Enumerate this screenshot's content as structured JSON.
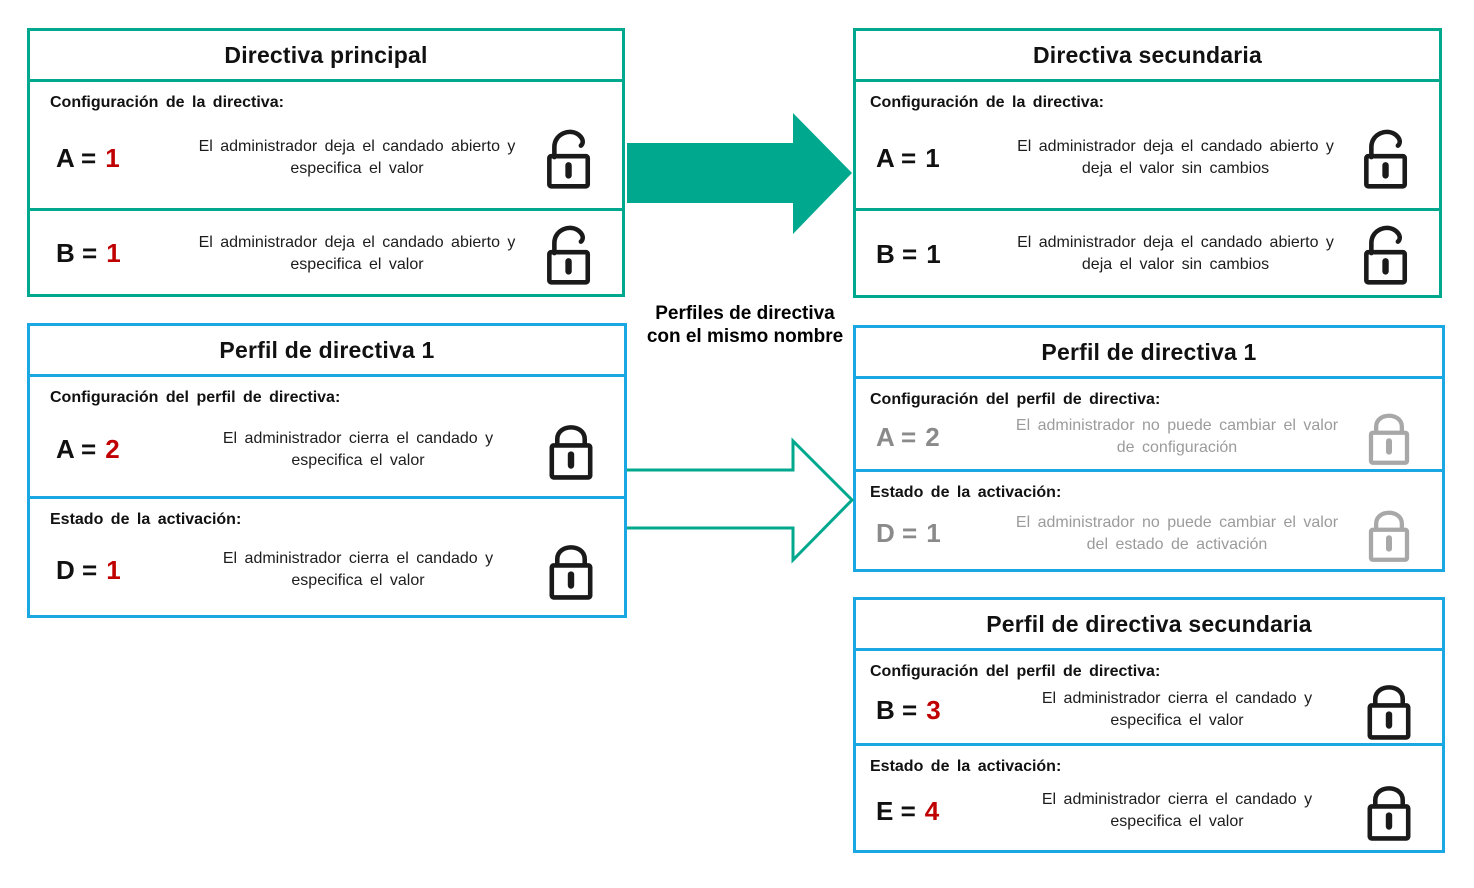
{
  "colors": {
    "teal": "#00a88e",
    "blue": "#1aa7e2",
    "red": "#c00000",
    "muted": "#9b9b9b"
  },
  "caption": {
    "line1": "Perfiles de directiva",
    "line2": "con el mismo nombre"
  },
  "boxes": {
    "principal": {
      "title": "Directiva principal",
      "sections": [
        {
          "label": "Configuración  de la directiva:",
          "var_label": "A =",
          "var_value": "1",
          "value_style": "red",
          "desc": "El administrador deja el candado abierto y especifica el valor",
          "lock_icon": "open-padlock"
        },
        {
          "var_label": "B =",
          "var_value": "1",
          "value_style": "red",
          "desc": "El administrador deja el candado abierto y especifica el valor",
          "lock_icon": "open-padlock"
        }
      ]
    },
    "secundaria": {
      "title": "Directiva secundaria",
      "sections": [
        {
          "label": "Configuración  de la directiva:",
          "var_label": "A =",
          "var_value": "1",
          "desc": "El administrador deja el candado abierto y deja el valor sin cambios",
          "lock_icon": "open-padlock"
        },
        {
          "var_label": "B =",
          "var_value": "1",
          "desc": "El administrador deja el candado abierto y deja el valor sin cambios",
          "lock_icon": "open-padlock"
        }
      ]
    },
    "perfil1_origen": {
      "title": "Perfil de directiva 1",
      "sections": [
        {
          "label": "Configuración  del perfil de directiva:",
          "var_label": "A =",
          "var_value": "2",
          "value_style": "red",
          "desc": "El administrador cierra el candado y especifica el valor",
          "lock_icon": "closed-padlock"
        },
        {
          "label": "Estado  de la activación:",
          "var_label": "D =",
          "var_value": "1",
          "value_style": "red",
          "desc": "El administrador cierra el candado y especifica el valor",
          "lock_icon": "closed-padlock"
        }
      ]
    },
    "perfil1_heredado": {
      "title": "Perfil de directiva 1",
      "sections": [
        {
          "label": "Configuración  del perfil de directiva:",
          "var_label": "A =",
          "var_value": "2",
          "style": "muted",
          "desc": "El administrador no puede cambiar el valor de configuración",
          "lock_icon": "closed-padlock"
        },
        {
          "label": "Estado  de la activación:",
          "var_label": "D =",
          "var_value": "1",
          "style": "muted",
          "desc": "El administrador no puede cambiar el valor del estado de activación",
          "lock_icon": "closed-padlock"
        }
      ]
    },
    "perfil_secundaria": {
      "title": "Perfil de directiva secundaria",
      "sections": [
        {
          "label": "Configuración  del perfil de directiva:",
          "var_label": "B =",
          "var_value": "3",
          "value_style": "red",
          "desc": "El administrador cierra el candado y especifica el valor",
          "lock_icon": "closed-padlock"
        },
        {
          "label": "Estado  de la activación:",
          "var_label": "E =",
          "var_value": "4",
          "value_style": "red",
          "desc": "El administrador cierra el candado y especifica el valor",
          "lock_icon": "closed-padlock"
        }
      ]
    }
  }
}
